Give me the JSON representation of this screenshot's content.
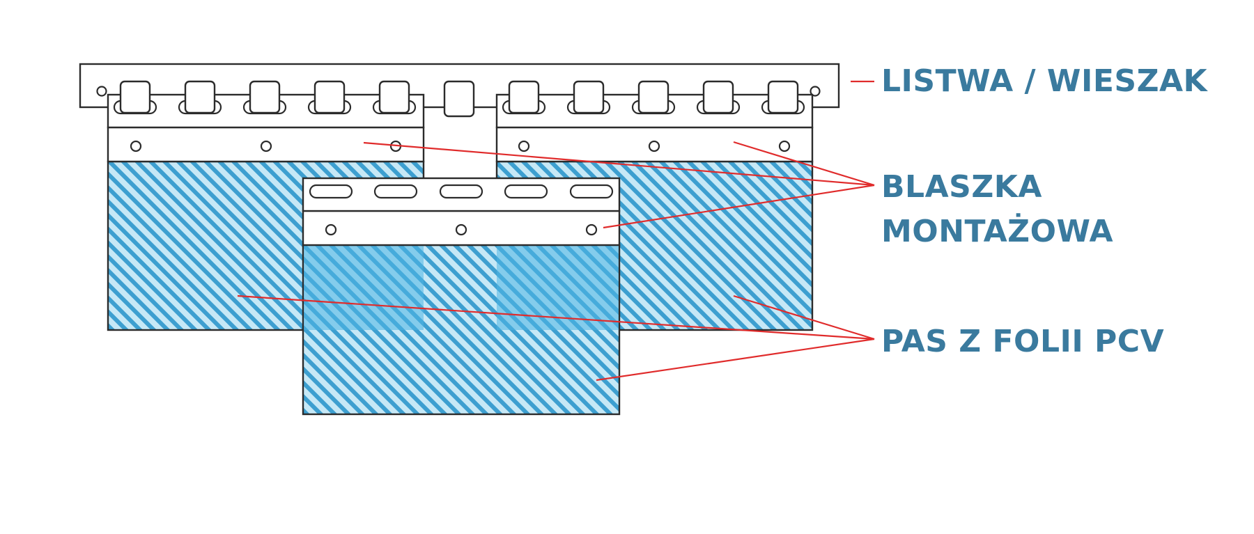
{
  "labels": {
    "rail": "LISTWA / WIESZAK",
    "plate_line1": "BLASZKA",
    "plate_line2": "MONTAŻOWA",
    "strip": "PAS Z FOLII PCV"
  },
  "colors": {
    "label_text": "#3a7a9e",
    "leader_line": "#e02b2b",
    "outline": "#2b2b2b",
    "film_light": "#bfe3f3",
    "film_stripe": "#3d9fd0",
    "film_overlap": "#4fb4e3"
  }
}
